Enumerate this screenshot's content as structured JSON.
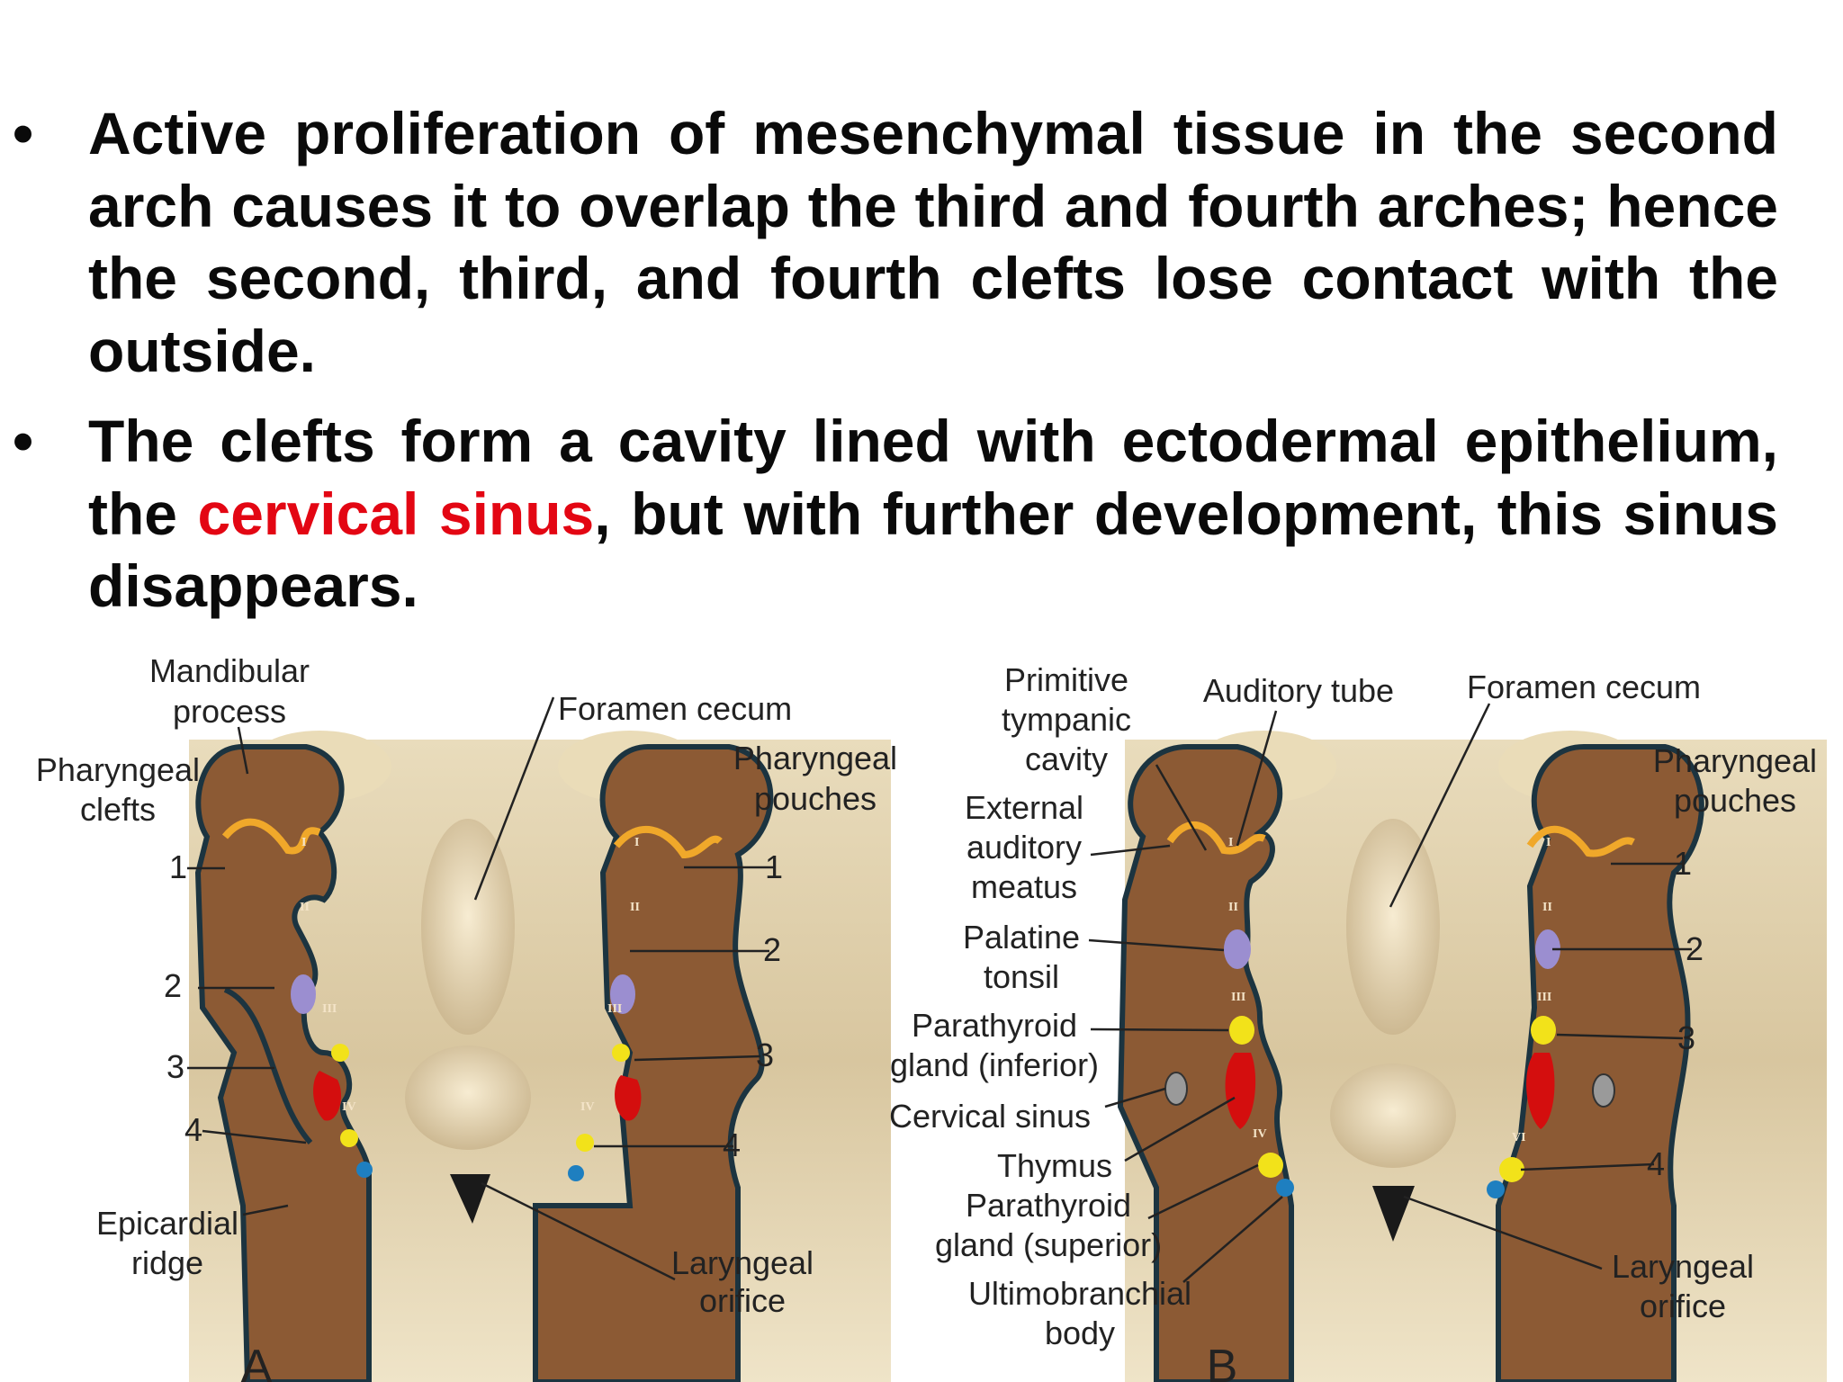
{
  "bullets": [
    {
      "text": "Active proliferation of mesenchymal tissue in the second arch causes it to overlap the third and fourth arches; hence the second, third, and fourth clefts lose contact with the outside."
    },
    {
      "text_before": "The clefts form a cavity lined with ectodermal epithelium, the ",
      "highlight": "cervical sinus",
      "text_after": ", but with further development, this sinus disappears."
    }
  ],
  "colors": {
    "highlight": "#e30613",
    "arch": "#8c5a34",
    "floor": "#e0ceaa",
    "pouch": "#f0a82a",
    "tonsil": "#9b8ed0",
    "thymus": "#d40e0e",
    "parathyroid": "#f2e21a",
    "ultimobranchial": "#1e7fc0"
  },
  "diagram": {
    "a": {
      "panel_label": "A",
      "mandibular": [
        "Mandibular",
        "process"
      ],
      "foramen": "Foramen cecum",
      "clefts": [
        "Pharyngeal",
        "clefts"
      ],
      "pouches": [
        "Pharyngeal",
        "pouches"
      ],
      "epicardial": [
        "Epicardial",
        "ridge"
      ],
      "laryngeal": [
        "Laryngeal",
        "orifice"
      ],
      "numbers": [
        "1",
        "2",
        "3",
        "4"
      ]
    },
    "b": {
      "panel_label": "B",
      "primitive": [
        "Primitive",
        "tympanic",
        "cavity"
      ],
      "auditory_tube": "Auditory tube",
      "foramen": "Foramen cecum",
      "pouches": [
        "Pharyngeal",
        "pouches"
      ],
      "external": [
        "External",
        "auditory",
        "meatus"
      ],
      "palatine": [
        "Palatine",
        "tonsil"
      ],
      "parathyroid_inf": [
        "Parathyroid",
        "gland (inferior)"
      ],
      "cervical_sinus": "Cervical sinus",
      "thymus": "Thymus",
      "parathyroid_sup": [
        "Parathyroid",
        "gland (superior)"
      ],
      "ultimobranchial": [
        "Ultimobranchial",
        "body"
      ],
      "laryngeal": [
        "Laryngeal",
        "orifice"
      ],
      "numbers": [
        "1",
        "2",
        "3",
        "4"
      ]
    },
    "romans": [
      "I",
      "II",
      "III",
      "IV"
    ],
    "romans_b_right": [
      "I",
      "II",
      "III",
      "VI"
    ]
  }
}
